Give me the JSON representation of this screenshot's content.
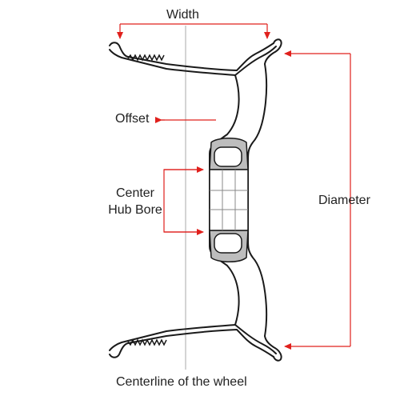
{
  "labels": {
    "width": "Width",
    "offset": "Offset",
    "center_line1": "Center",
    "center_line2": "Hub Bore",
    "diameter": "Diameter",
    "centerline": "Centerline of the wheel"
  },
  "colors": {
    "dimension_arrows": "#e0201c",
    "outline": "#1a1a1a",
    "hub_fill": "#bdbdbd",
    "centerline": "#aaaaaa",
    "label_text": "#222222"
  }
}
